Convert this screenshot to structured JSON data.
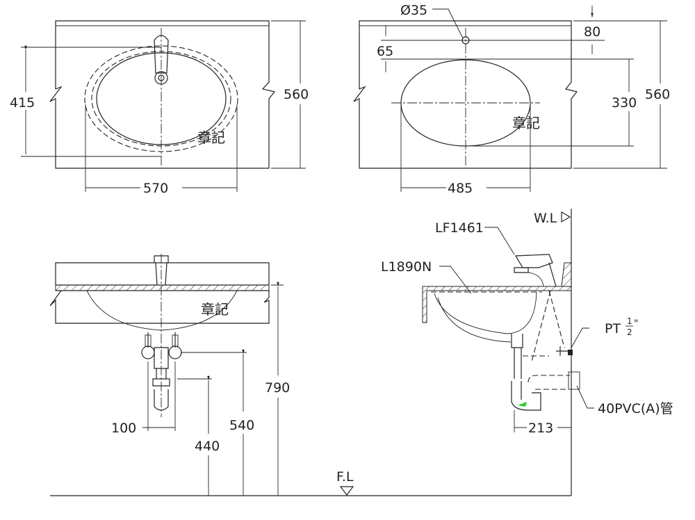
{
  "top_plan": {
    "mark": "章記",
    "dim_height": "415",
    "dim_depth": "560",
    "dim_width": "570"
  },
  "cutout_plan": {
    "hole_dia": "Ø35",
    "dim_hole_offset": "80",
    "dim_edge_offset": "65",
    "dim_cutout_depth": "330",
    "dim_depth": "560",
    "dim_cutout_width": "485",
    "mark": "章記"
  },
  "front_elevation": {
    "mark": "章記",
    "dim_supply_spacing": "100",
    "dim_drain_height": "440",
    "dim_supply_height": "540",
    "dim_counter_height": "790",
    "floor_label": "F.L"
  },
  "side_elevation": {
    "wall_label": "W.L",
    "faucet_model": "LF1461",
    "basin_model": "L1890N",
    "supply_label": "PT",
    "supply_fraction_num": "1",
    "supply_fraction_den": "2",
    "supply_inch": "\"",
    "drain_label": "40PVC(A)管",
    "dim_drain_offset": "213"
  },
  "colors": {
    "line": "#222222",
    "highlight": "#22cc22"
  }
}
